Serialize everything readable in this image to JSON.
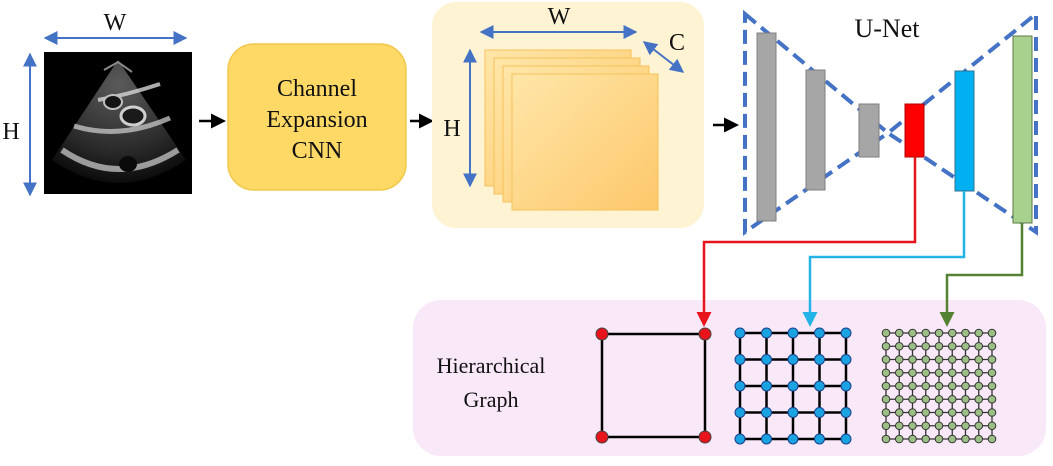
{
  "input_image": {
    "width_label": "W",
    "height_label": "H"
  },
  "cnn_block": {
    "line1": "Channel",
    "line2": "Expansion",
    "line3": "CNN"
  },
  "feature_maps": {
    "width_label": "W",
    "height_label": "H",
    "channel_label": "C"
  },
  "unet": {
    "title": "U-Net"
  },
  "graph_panel": {
    "line1": "Hierarchical",
    "line2": "Graph",
    "levels": [
      {
        "grid": 2,
        "node_color": "#e8141c",
        "link_color": "#e8141c"
      },
      {
        "grid": 5,
        "node_color": "#1aa3e0",
        "link_color": "#24b3e6"
      },
      {
        "grid": 9,
        "node_color": "#9bbf84",
        "link_color": "#548235"
      }
    ]
  },
  "colors": {
    "yellow_block": "#ffd966",
    "yellow_panel": "#fef3d2",
    "unet_outline": "#4472c4",
    "encoder_gray": "#a6a6a6",
    "red_bar": "#ff0000",
    "blue_bar": "#00b0f0",
    "green_bar": "#a9d18e",
    "graph_panel_bg": "#f8e8f8",
    "dimension_arrow": "#4472c4"
  }
}
